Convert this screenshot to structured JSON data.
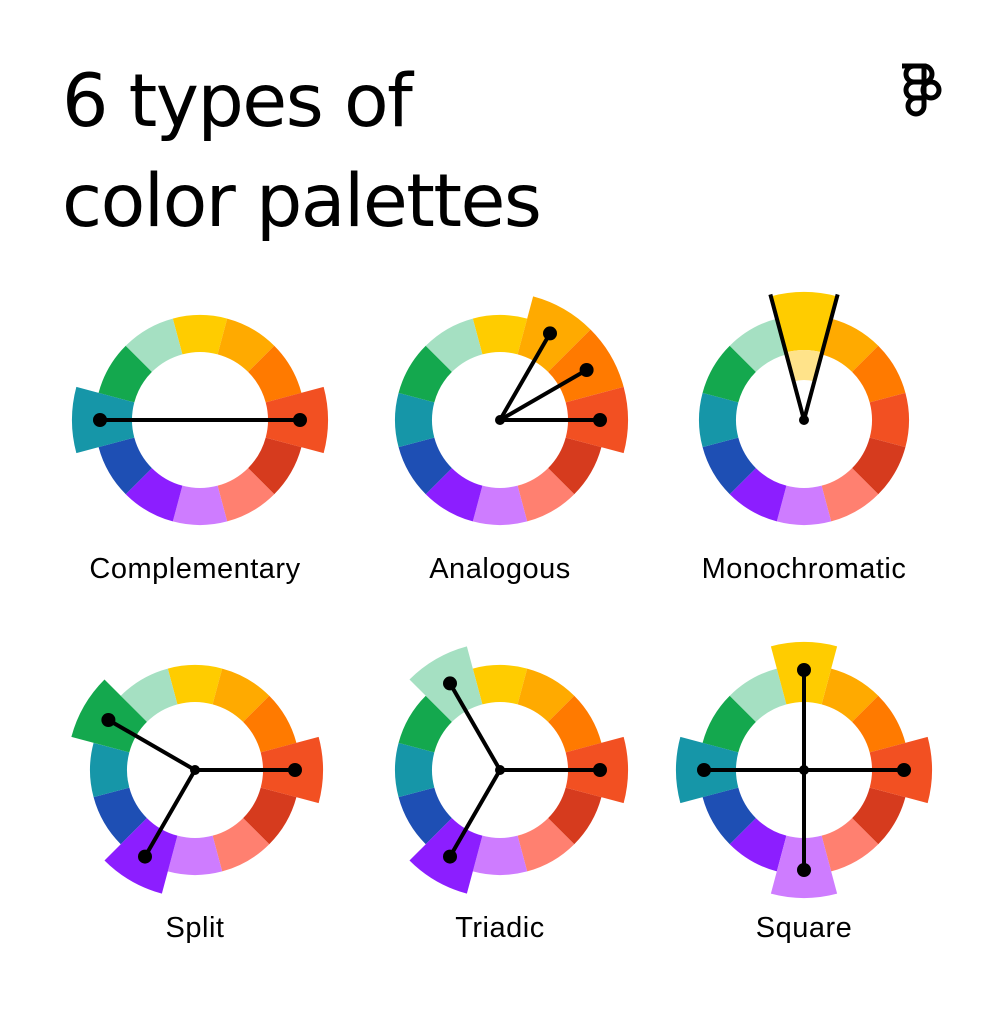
{
  "page": {
    "title_line1": "6 types of",
    "title_line2": "color palettes",
    "logo_icon": "figma-logo-icon"
  },
  "colors": {
    "wheel": [
      "#FFCC00",
      "#FFAA00",
      "#FF7A00",
      "#F25022",
      "#D63B1E",
      "#FF8070",
      "#CE7CFF",
      "#8C1EFF",
      "#1E4FB4",
      "#1696A8",
      "#14A84E",
      "#A5E0C2"
    ],
    "light_tint": "#FFE38A"
  },
  "palettes": [
    {
      "name": "Complementary",
      "highlight": [
        3,
        9
      ],
      "hub": "center"
    },
    {
      "name": "Analogous",
      "highlight": [
        1,
        2,
        3
      ],
      "hub": "center"
    },
    {
      "name": "Monochromatic",
      "highlight": [
        0
      ],
      "hub": "center"
    },
    {
      "name": "Split",
      "highlight": [
        3,
        7,
        10
      ],
      "hub": "center"
    },
    {
      "name": "Triadic",
      "highlight": [
        3,
        7,
        11
      ],
      "hub": "center"
    },
    {
      "name": "Square",
      "highlight": [
        0,
        3,
        6,
        9
      ],
      "hub": "center"
    }
  ]
}
